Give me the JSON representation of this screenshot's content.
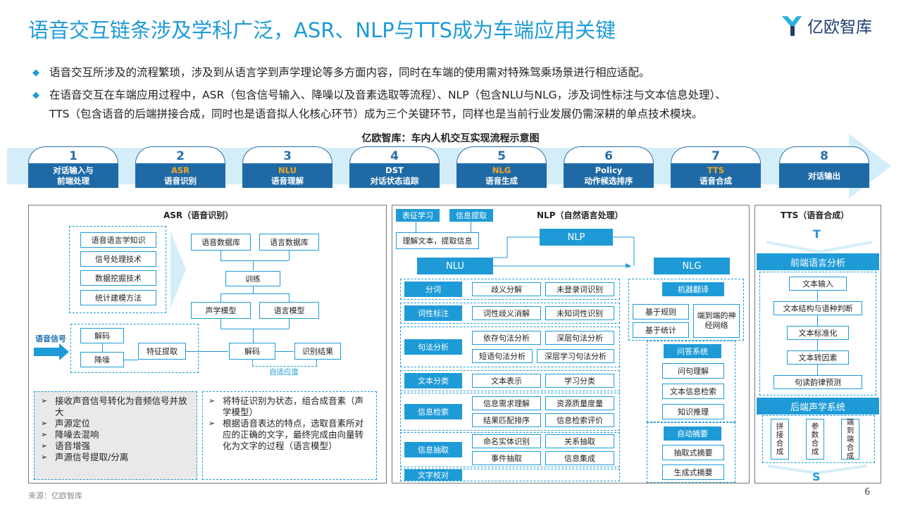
{
  "title": "语音交互链条涉及学科广泛，ASR、NLP与TTS成为车端应用关键",
  "logo_text": "亿欧智库",
  "bullets": [
    "语音交互所涉及的流程繁琐，涉及到从语言学到声学理论等多方面内容，同时在车端的使用需对特殊驾乘场景进行相应适配。",
    "在语音交互在车端应用过程中，ASR（包含信号输入、降噪以及音素选取等流程）、NLP（包含NLU与NLG，涉及词性标注与文本信息处理）、",
    "TTS（包含语音的后端拼接合成，同时也是语音拟人化核心环节）成为三个关键环节，同样也是当前行业发展仍需深耕的单点技术模块。"
  ],
  "chart_title": "亿欧智库：车内人机交互实现流程示意图",
  "steps": [
    {
      "num": "1",
      "l1": "对话输入与",
      "l2": "前端处理"
    },
    {
      "num": "2",
      "l1": "ASR",
      "l2": "语音识别"
    },
    {
      "num": "3",
      "l1": "NLU",
      "l2": "语音理解"
    },
    {
      "num": "4",
      "l1": "DST",
      "l2": "对话状态追踪"
    },
    {
      "num": "5",
      "l1": "NLG",
      "l2": "语音生成"
    },
    {
      "num": "6",
      "l1": "Policy",
      "l2": "动作候选排序"
    },
    {
      "num": "7",
      "l1": "TTS",
      "l2": "语音合成"
    },
    {
      "num": "8",
      "l1": "",
      "l2": "对话输出"
    }
  ],
  "asr": {
    "title": "ASR（语音识别）",
    "knowledge": [
      "语音语言学知识",
      "信号处理技术",
      "数据挖掘技术",
      "统计建模方法"
    ],
    "db1": "语音数据库",
    "db2": "语言数据库",
    "train": "训练",
    "acoustic": "声学模型",
    "lang_model": "语言模型",
    "signal": "语音信号",
    "decode1": "解码",
    "denoise": "降噪",
    "feature": "特征提取",
    "decode2": "解码",
    "result": "识别结果",
    "adapt": "自适应度",
    "notes_left": [
      "接收声音信号转化为音频信号并放大",
      "声源定位",
      "降噪去混响",
      "语音增强",
      "声源信号提取/分离"
    ],
    "notes_right": [
      "将特征识别为状态，组合成音素（声学模型）",
      "根据语音表达的特点，选取音素所对应的正确的文字，最终完成由向量转化为文字的过程（语言模型）"
    ]
  },
  "nlp": {
    "title": "NLP（自然语言处理）",
    "tag1": "表征学习",
    "tag2": "信息提取",
    "understand": "理解文本，提取信息",
    "nlp": "NLP",
    "nlu": "NLU",
    "nlg": "NLG",
    "rows": [
      {
        "head": "分词",
        "items": [
          "歧义分解",
          "未登录词识别"
        ]
      },
      {
        "head": "词性标注",
        "items": [
          "词性歧义消解",
          "未知词性识别"
        ]
      },
      {
        "head": "句法分析",
        "items": [
          "依存句法分析",
          "深层句法分析",
          "短语句法分析",
          "深层学习句法分析"
        ]
      },
      {
        "head": "文本分类",
        "items": [
          "文本表示",
          "学习分类"
        ]
      },
      {
        "head": "信息检索",
        "items": [
          "信息需求理解",
          "资源质量度量",
          "结果匹配排序",
          "信息检索评价"
        ]
      },
      {
        "head": "信息抽取",
        "items": [
          "命名实体识别",
          "关系抽取",
          "事件抽取",
          "信息集成"
        ]
      },
      {
        "head": "文字校对",
        "items": []
      }
    ],
    "mt": "机器翻译",
    "rule": "基于规则",
    "stat": "基于统计",
    "e2e": "端到端的神经网络",
    "qa": "问答系统",
    "qa_items": [
      "问句理解",
      "文本信息检索",
      "知识推理"
    ],
    "summ": "自动摘要",
    "summ_items": [
      "抽取式摘要",
      "生成式摘要"
    ]
  },
  "tts": {
    "title": "TTS（语音合成）",
    "t": "T",
    "front": "前端语言分析",
    "front_items": [
      "文本输入",
      "文本结构与语种判断",
      "文本标准化",
      "文本转因素",
      "句读韵律预测"
    ],
    "back": "后端声学系统",
    "back_items": [
      "拼接合成",
      "参数合成",
      "端到端合成"
    ],
    "s": "S"
  },
  "footer": "来源：亿欧智库",
  "page_number": "6",
  "colors": {
    "accent": "#1e9bd7",
    "dark": "#1f6aa5",
    "highlight": "#f5a623"
  }
}
